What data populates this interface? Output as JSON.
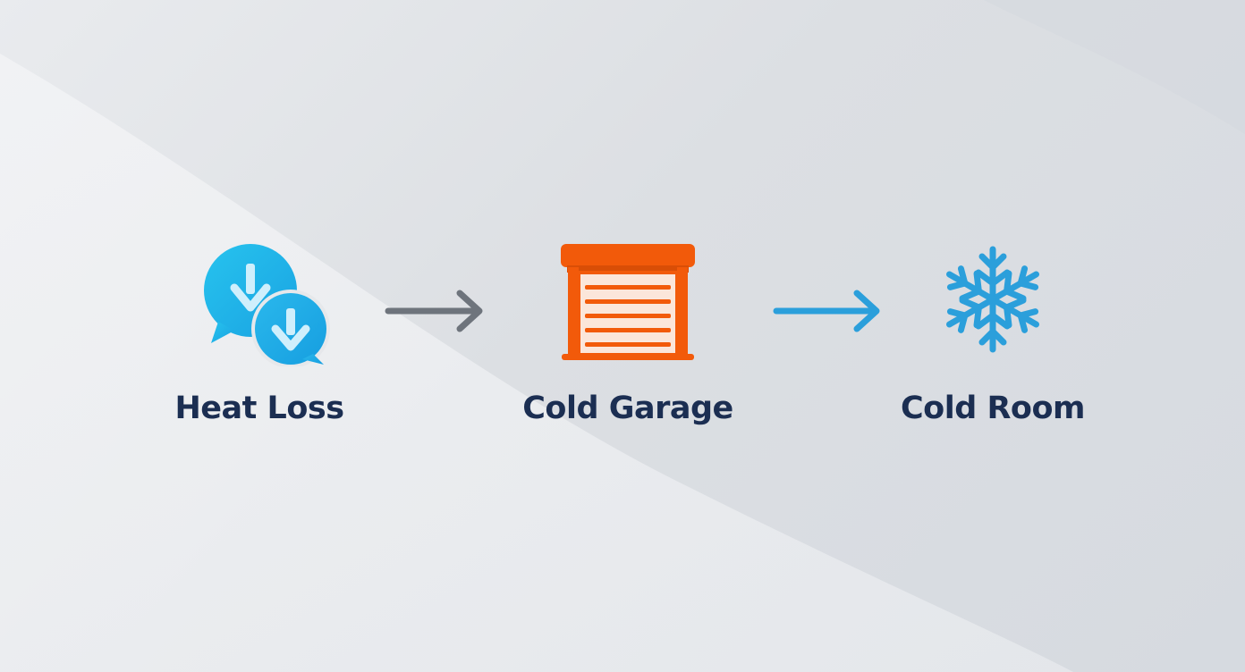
{
  "flow": {
    "steps": [
      {
        "label": "Heat Loss",
        "icon": "heat-loss-chat-bubbles-icon",
        "color": "#1fb0e8"
      },
      {
        "label": "Cold Garage",
        "icon": "garage-door-icon",
        "color": "#f25a0a"
      },
      {
        "label": "Cold Room",
        "icon": "snowflake-icon",
        "color": "#2b9fdb"
      }
    ],
    "arrows": [
      {
        "icon": "arrow-right-icon",
        "color": "#6e747c"
      },
      {
        "icon": "arrow-right-icon",
        "color": "#2b9fdb"
      }
    ]
  },
  "colors": {
    "label_text": "#1b2e52"
  }
}
